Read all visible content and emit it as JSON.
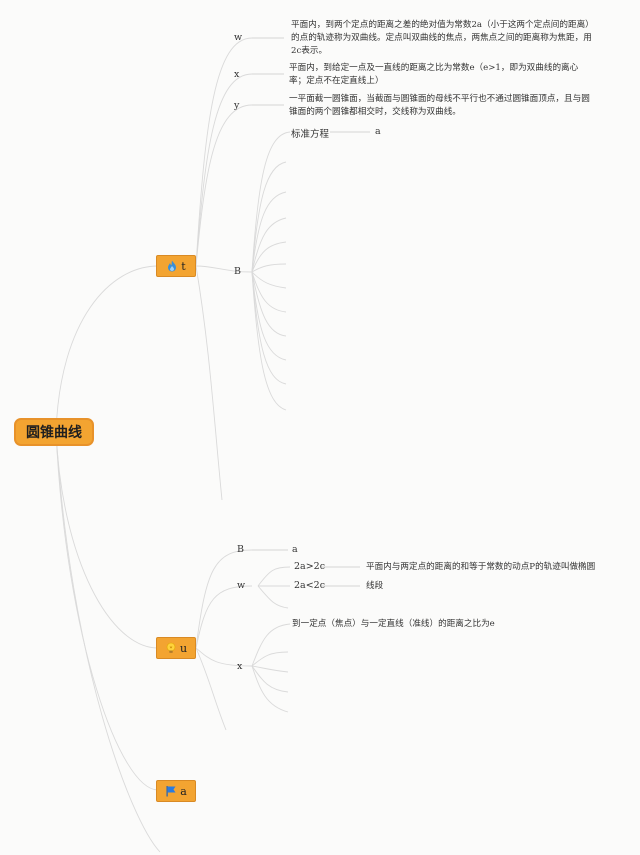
{
  "root": {
    "title": "圆锥曲线"
  },
  "branches": [
    {
      "label": "t",
      "icon": "fire-icon",
      "children": [
        {
          "label": "w",
          "text": "平面内，到两个定点的距离之差的绝对值为常数2a（小于这两个定点间的距离）的点的轨迹称为双曲线。定点叫双曲线的焦点，两焦点之间的距离称为焦距，用2c表示。"
        },
        {
          "label": "x",
          "text": "平面内，到给定一点及一直线的距离之比为常数e（e>1，即为双曲线的离心率；定点不在定直线上）"
        },
        {
          "label": "y",
          "text": "一平面截一圆锥面，当截面与圆锥面的母线不平行也不通过圆锥面顶点，且与圆锥面的两个圆锥都相交时，交线称为双曲线。"
        },
        {
          "label": "B",
          "sub": {
            "label": "标准方程",
            "value": "a"
          }
        }
      ]
    },
    {
      "label": "u",
      "icon": "lightbulb-icon",
      "children": [
        {
          "label": "B",
          "value": "a"
        },
        {
          "label": "w",
          "items": [
            {
              "label": "2a>2c",
              "text": "平面内与两定点的距离的和等于常数的动点P的轨迹叫做椭圆"
            },
            {
              "label": "2a<2c",
              "text": "线段"
            }
          ]
        },
        {
          "label": "x",
          "text": "到一定点（焦点）与一定直线（准线）的距离之比为e"
        }
      ]
    },
    {
      "label": "a",
      "icon": "flag-icon"
    }
  ],
  "colors": {
    "node": "#f3a431",
    "node_border": "#e8922a",
    "link": "#d8d8d8"
  }
}
